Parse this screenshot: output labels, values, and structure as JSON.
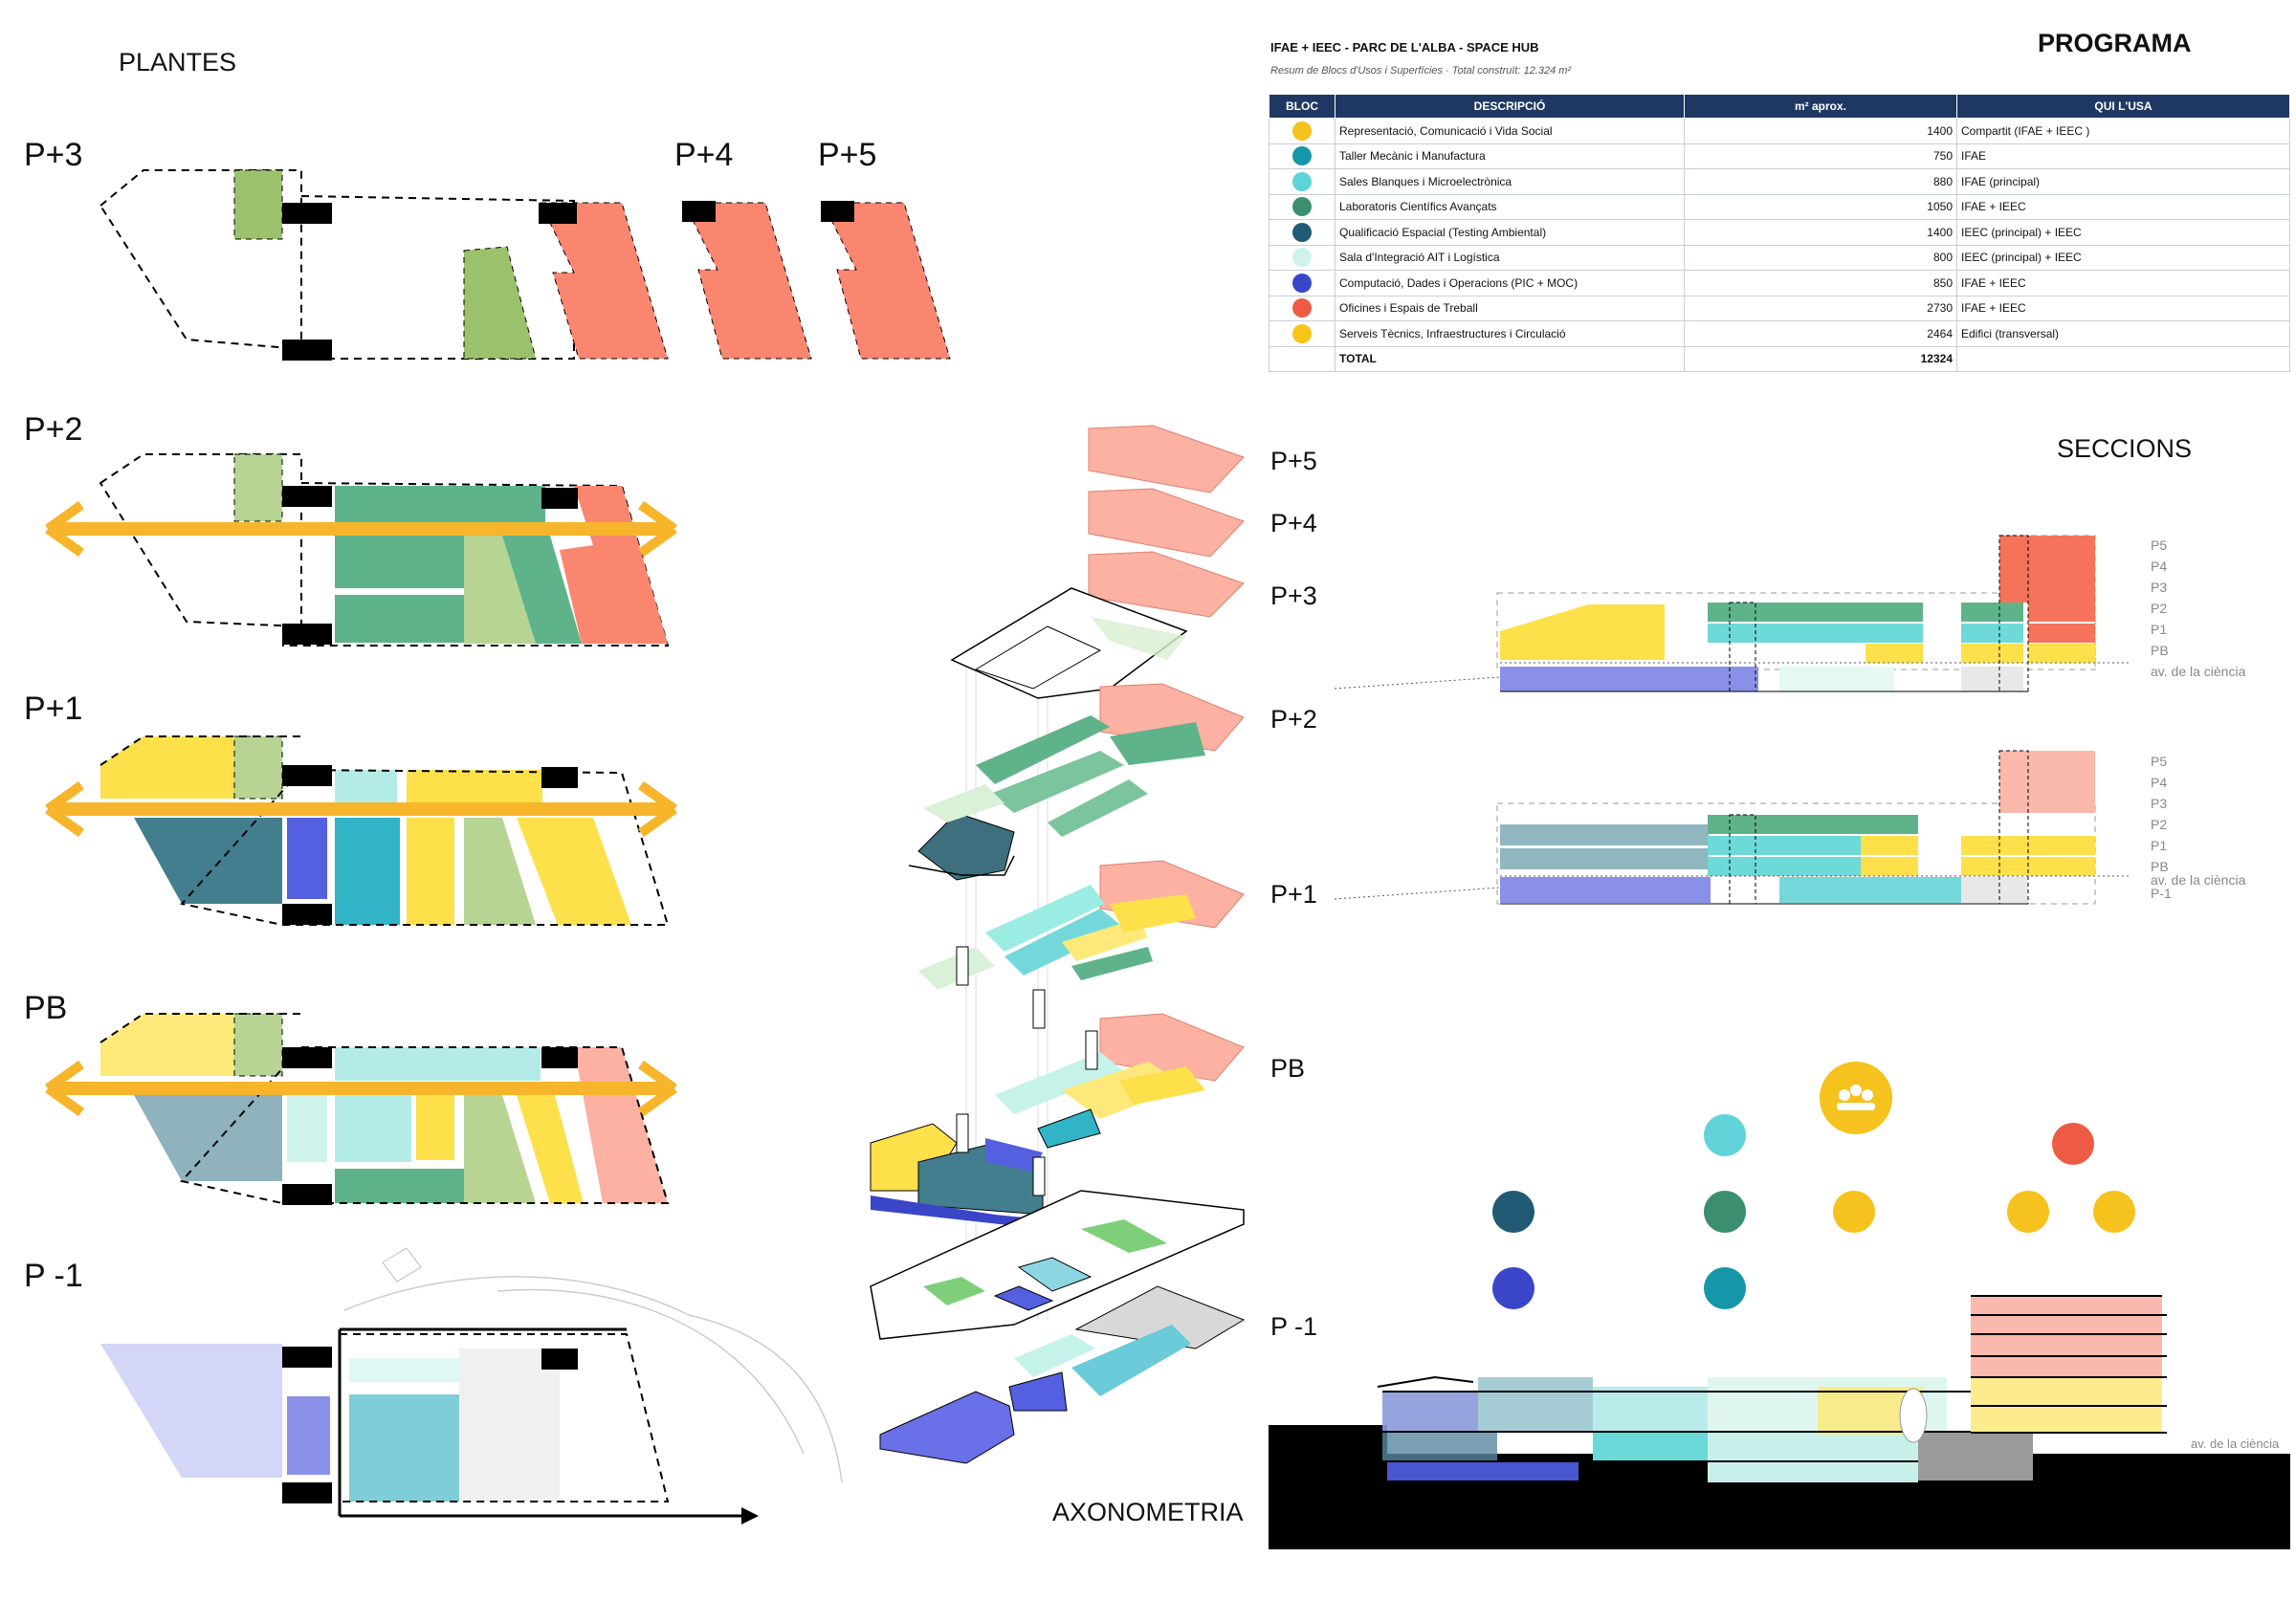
{
  "headings": {
    "plantes": "PLANTES",
    "programa": "PROGRAMA",
    "seccions": "SECCIONS",
    "axonometria": "AXONOMETRIA"
  },
  "plan_levels": [
    "P+3",
    "P+4",
    "P+5",
    "P+2",
    "P+1",
    "PB",
    "P -1"
  ],
  "axo_levels": [
    "P+5",
    "P+4",
    "P+3",
    "P+2",
    "P+1",
    "PB",
    "P -1"
  ],
  "table": {
    "title": "IFAE + IEEC - PARC DE L'ALBA - SPACE HUB",
    "subtitle": "Resum de Blocs d'Usos i Superfícies  ·  Total construït: 12.324 m²",
    "headers": [
      "BLOC",
      "DESCRIPCIÓ",
      "m² aprox.",
      "QUI L'USA"
    ],
    "rows": [
      {
        "desc": "Representació, Comunicació i Vida Social",
        "m2": "1400",
        "who": "Compartit (IFAE + IEEC )",
        "color": "#f6c21d"
      },
      {
        "desc": "Taller Mecànic i Manufactura",
        "m2": "750",
        "who": "IFAE",
        "color": "#1597a9"
      },
      {
        "desc": "Sales Blanques i Microelectrònica",
        "m2": "880",
        "who": "IFAE (principal)",
        "color": "#5fd3d8"
      },
      {
        "desc": "Laboratoris Científics Avançats",
        "m2": "1050",
        "who": "IFAE + IEEC",
        "color": "#3b8f6e"
      },
      {
        "desc": "Qualificació Espacial (Testing Ambiental)",
        "m2": "1400",
        "who": "IEEC (principal) + IEEC",
        "color": "#215a75"
      },
      {
        "desc": "Sala d'Integració AIT i Logística",
        "m2": "800",
        "who": "IEEC (principal) + IEEC",
        "color": "#cff3ea"
      },
      {
        "desc": "Computació, Dades i Operacions (PIC + MOC)",
        "m2": "850",
        "who": "IFAE + IEEC",
        "color": "#3a45c8"
      },
      {
        "desc": "Oficines i Espais de Treball",
        "m2": "2730",
        "who": "IFAE + IEEC",
        "color": "#ee5b45"
      },
      {
        "desc": "Serveis Tècnics, Infraestructures i Circulació",
        "m2": "2464",
        "who": "Edifici (transversal)",
        "color": "#f5c518"
      }
    ],
    "total_label": "TOTAL",
    "total_value": "12324"
  },
  "section_labels": {
    "s1_levels": [
      "P5",
      "P4",
      "P3",
      "P2",
      "P1",
      "PB"
    ],
    "s2_levels": [
      "P5",
      "P4",
      "P3",
      "P2",
      "P1",
      "PB"
    ],
    "s2_extra": "P-1",
    "street": "av. de la ciència"
  },
  "colors": {
    "salmon": "#fa8670",
    "green": "#9cc16c",
    "teal_green": "#5fb38a",
    "yellow": "#fde04a",
    "dark_teal": "#437e8e",
    "cyan": "#31b4c6",
    "light_cyan": "#b3ece6",
    "blue": "#5560e0",
    "lavender": "#d3d6f6",
    "orange_arrow": "#f7b52c"
  }
}
